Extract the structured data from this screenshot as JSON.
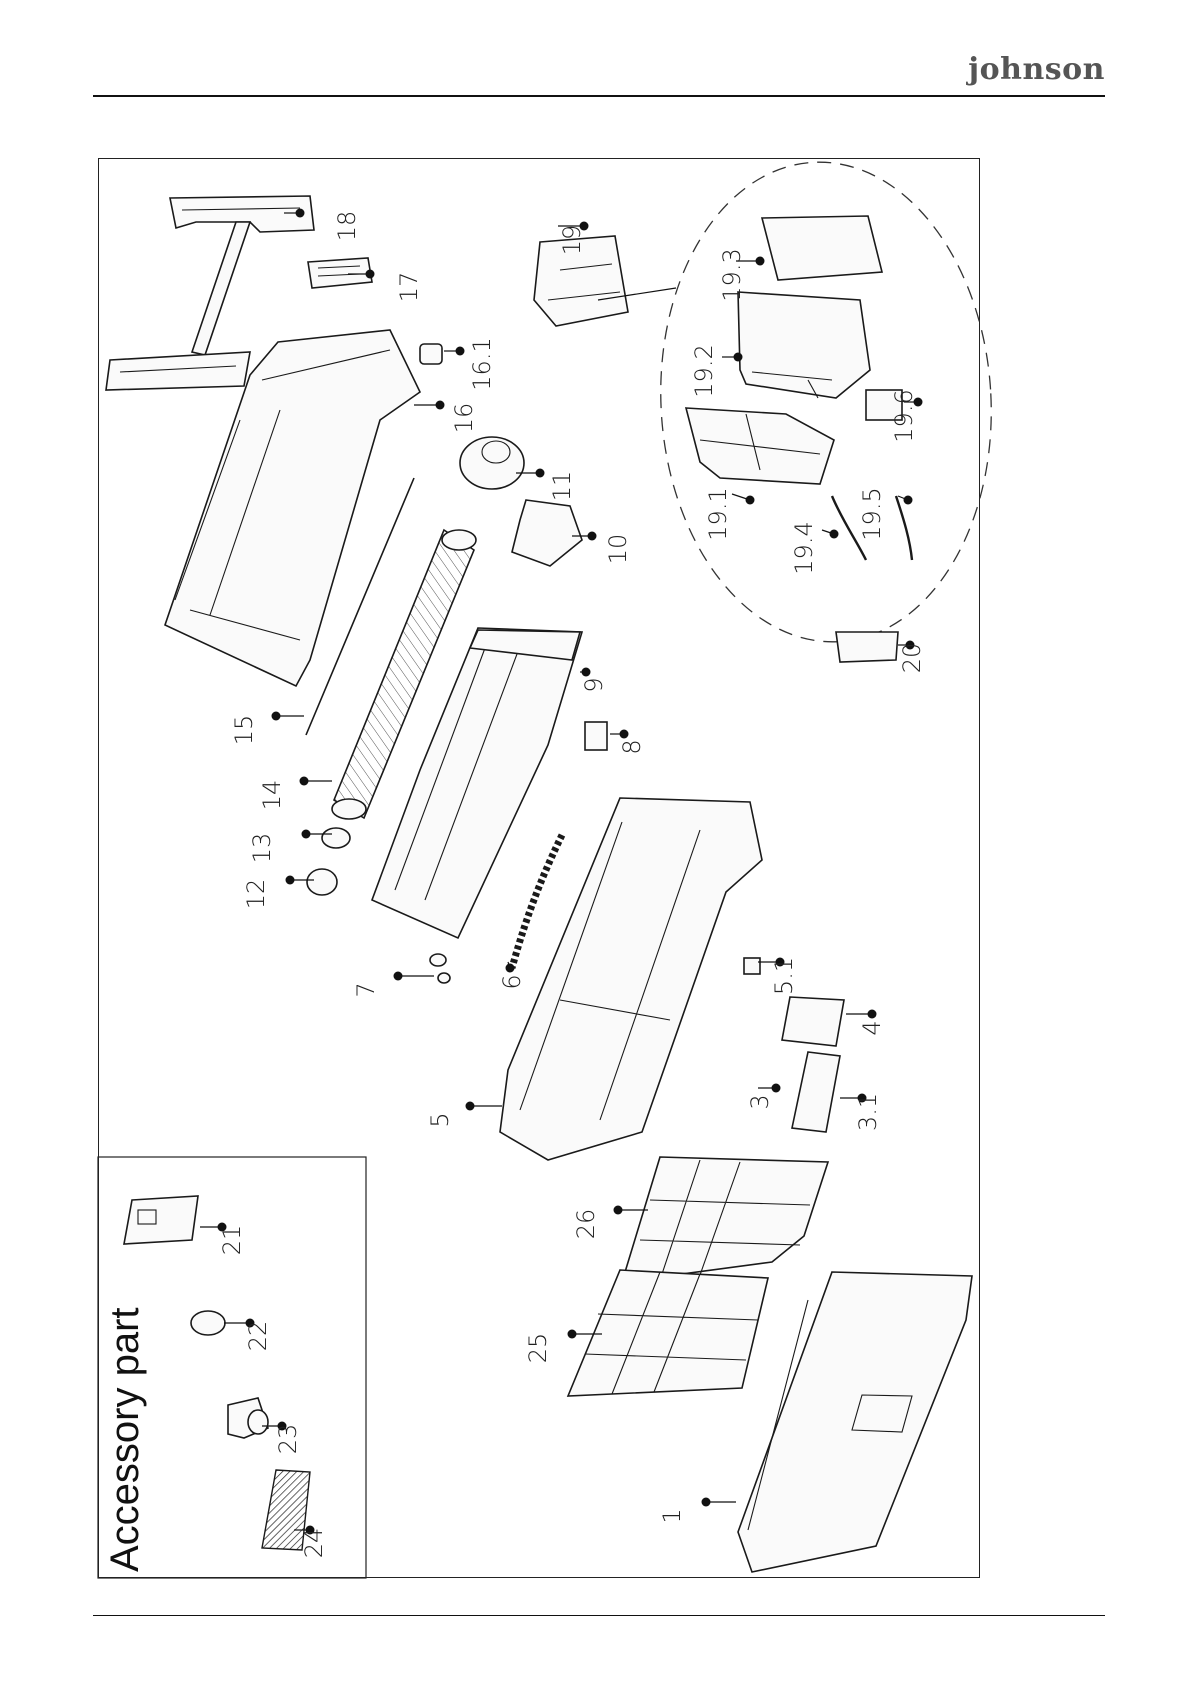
{
  "header": {
    "brand": "johnson"
  },
  "accessory": {
    "title": "Accessory part"
  },
  "callouts": [
    {
      "id": "c18",
      "label": "18"
    },
    {
      "id": "c17",
      "label": "17"
    },
    {
      "id": "c19",
      "label": "19"
    },
    {
      "id": "c16_1",
      "label": "16.1"
    },
    {
      "id": "c16",
      "label": "16"
    },
    {
      "id": "c11",
      "label": "11"
    },
    {
      "id": "c10",
      "label": "10"
    },
    {
      "id": "c19_3",
      "label": "19.3"
    },
    {
      "id": "c19_2",
      "label": "19.2"
    },
    {
      "id": "c19_1",
      "label": "19.1"
    },
    {
      "id": "c19_4",
      "label": "19.4"
    },
    {
      "id": "c19_5",
      "label": "19.5"
    },
    {
      "id": "c19_6",
      "label": "19.6"
    },
    {
      "id": "c20",
      "label": "20"
    },
    {
      "id": "c9",
      "label": "9"
    },
    {
      "id": "c8",
      "label": "8"
    },
    {
      "id": "c15",
      "label": "15"
    },
    {
      "id": "c14",
      "label": "14"
    },
    {
      "id": "c13",
      "label": "13"
    },
    {
      "id": "c12",
      "label": "12"
    },
    {
      "id": "c7",
      "label": "7"
    },
    {
      "id": "c6",
      "label": "6"
    },
    {
      "id": "c5_1",
      "label": "5.1"
    },
    {
      "id": "c4",
      "label": "4"
    },
    {
      "id": "c5",
      "label": "5"
    },
    {
      "id": "c3",
      "label": "3"
    },
    {
      "id": "c3_1",
      "label": "3.1"
    },
    {
      "id": "c26",
      "label": "26"
    },
    {
      "id": "c25",
      "label": "25"
    },
    {
      "id": "c1",
      "label": "1"
    },
    {
      "id": "c21",
      "label": "21"
    },
    {
      "id": "c22",
      "label": "22"
    },
    {
      "id": "c23",
      "label": "23"
    },
    {
      "id": "c24",
      "label": "24"
    }
  ]
}
